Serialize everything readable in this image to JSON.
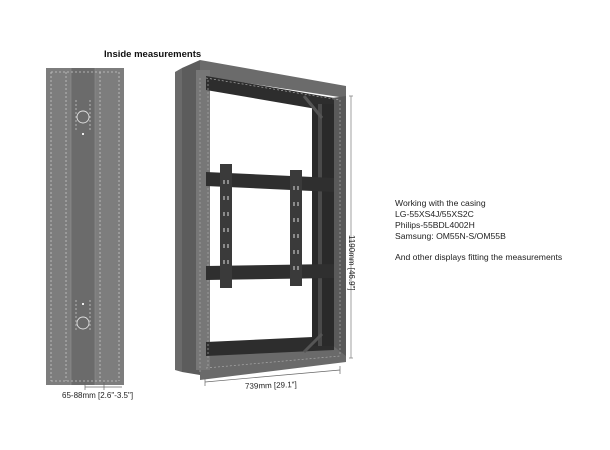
{
  "diagram": {
    "title": "Inside measurements",
    "side_view": {
      "depth_label": "65-88mm [2.6\"-3.5\"]",
      "color_body": "#7b7b7b",
      "color_center_channel": "#6a6a6a"
    },
    "front_view": {
      "width_label": "739mm [29.1\"]",
      "height_label": "1190mm [46.9\"]",
      "color_frame": "#5e5e5e",
      "color_dark": "#2a2a2a"
    },
    "compatibility": {
      "heading": "Working with the casing",
      "models": [
        "LG-55XS4J/55XS2C",
        "Philips-55BDL4002H",
        "Samsung:  OM55N-S/OM55B"
      ],
      "note": "And other displays fitting the measurements"
    }
  }
}
